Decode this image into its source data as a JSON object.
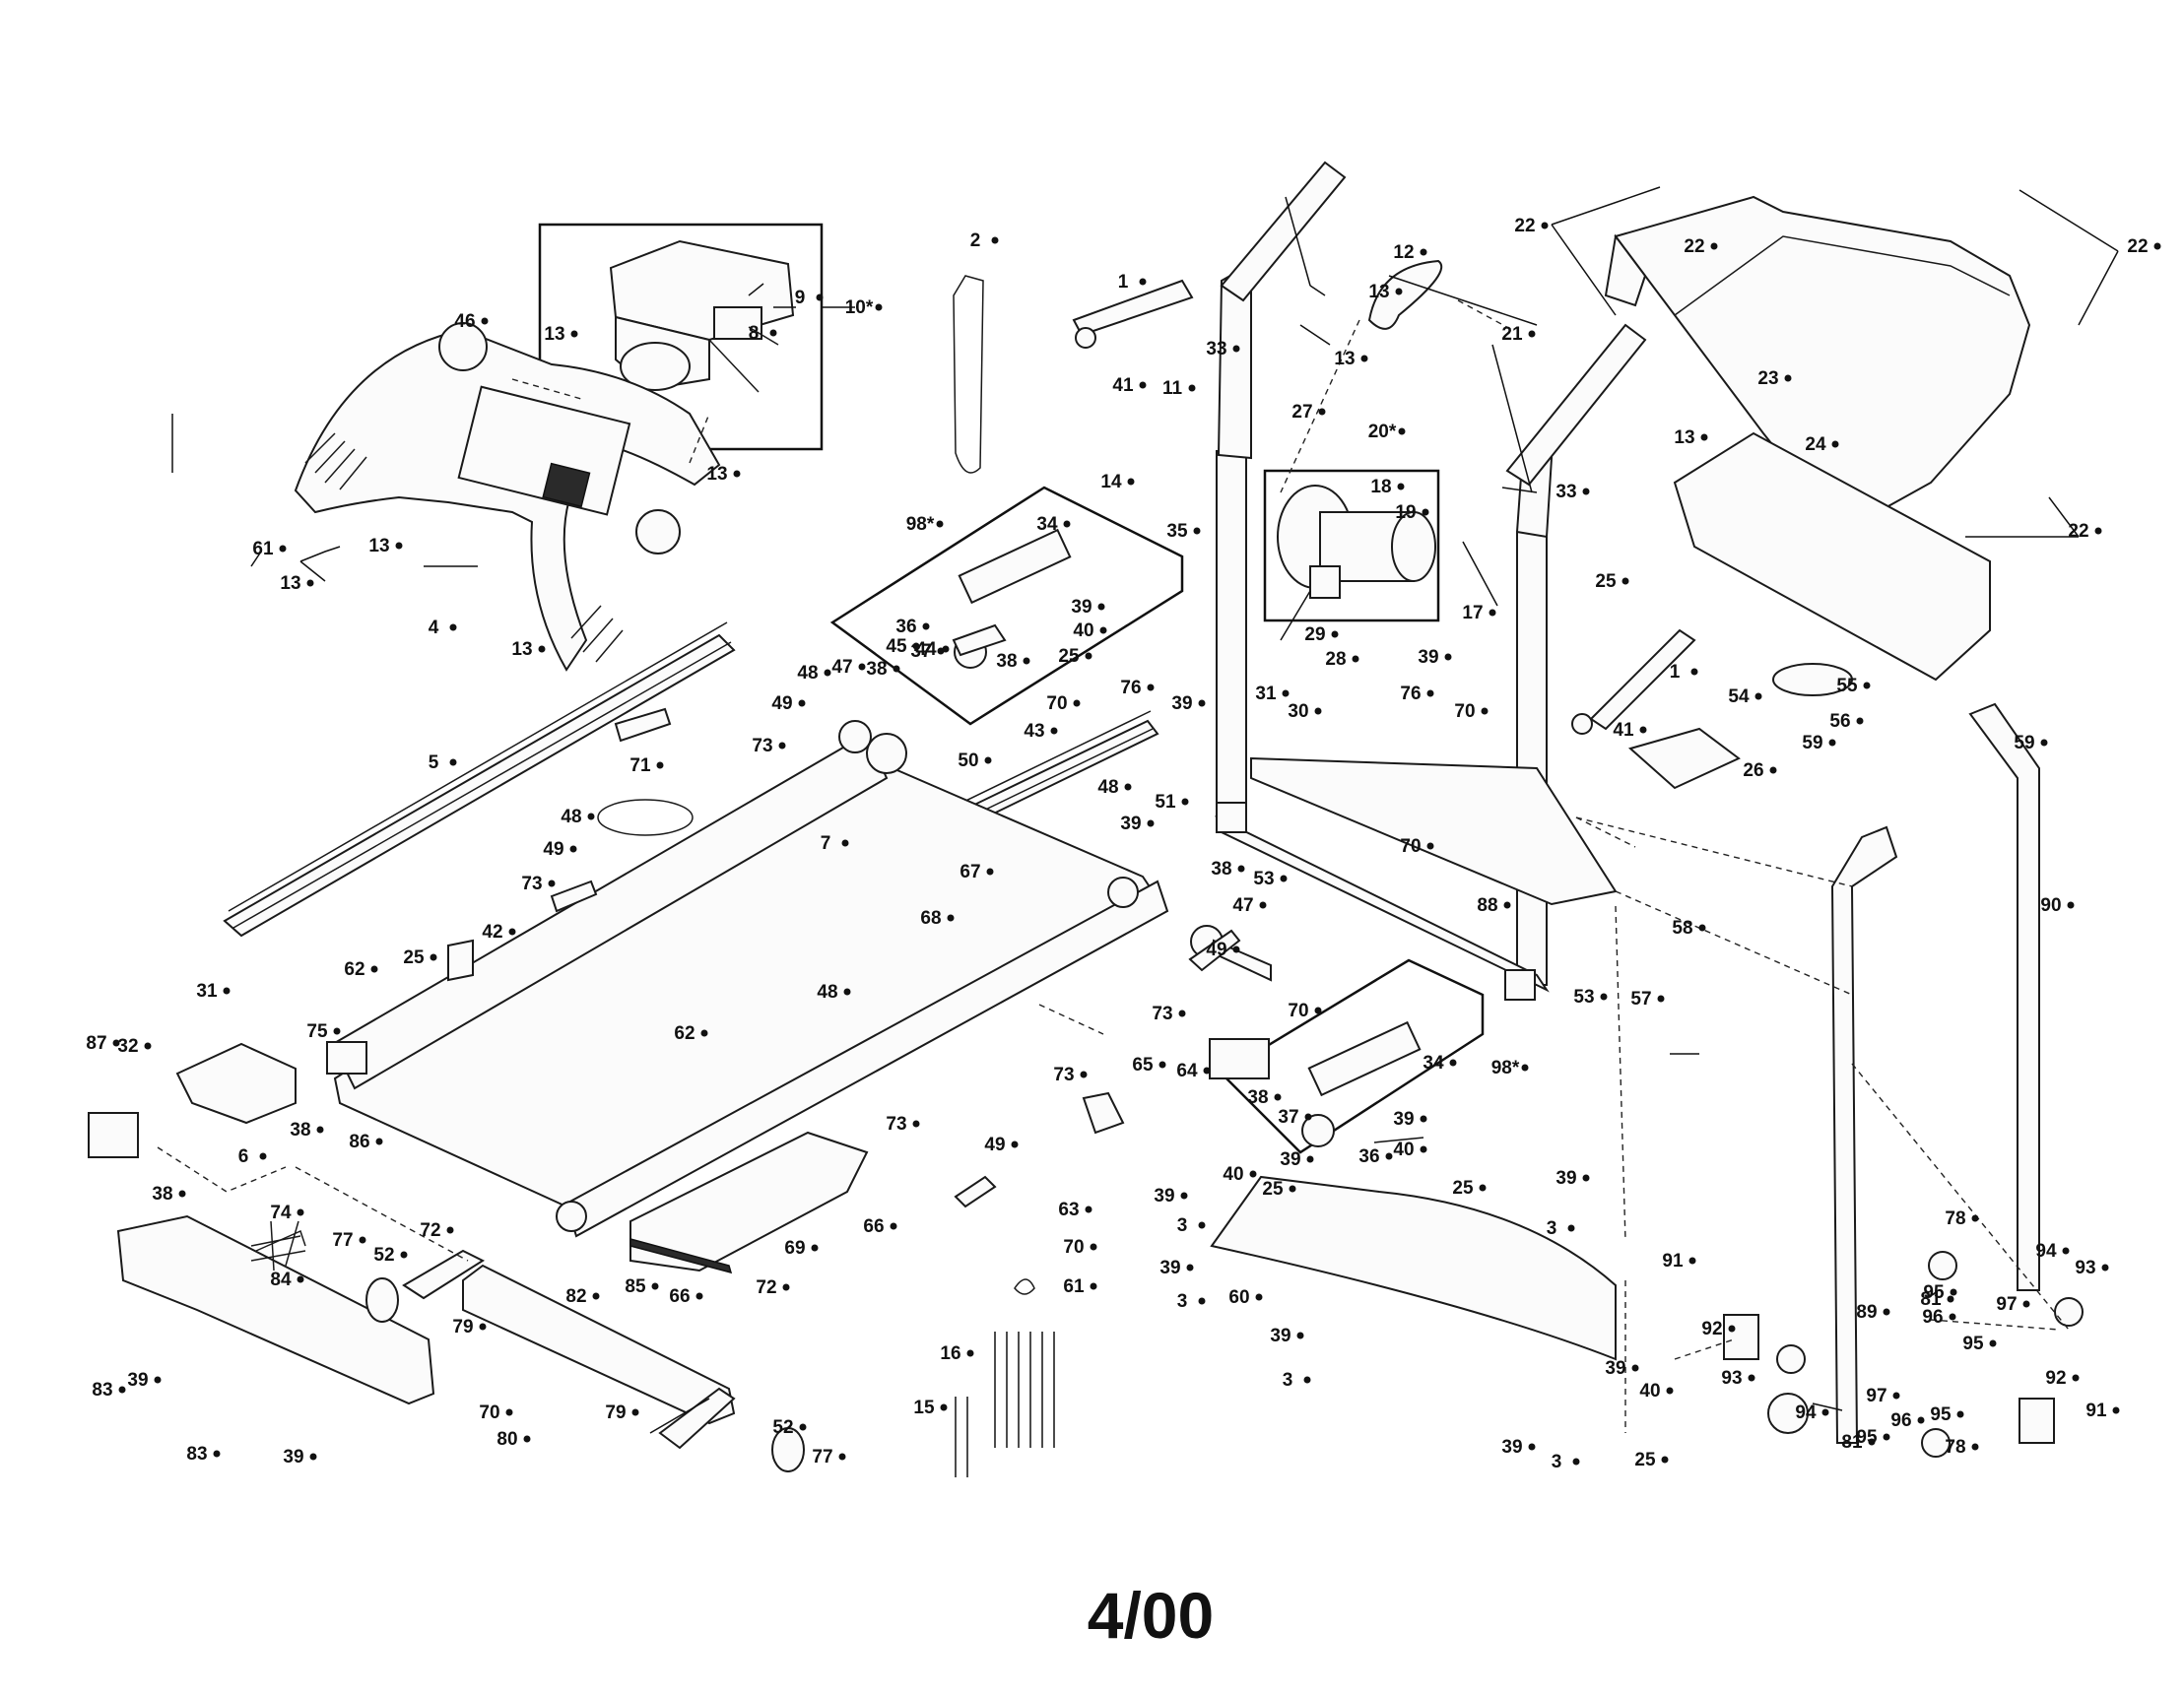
{
  "diagram": {
    "footer_code": "4/00",
    "labels": [
      "1",
      "1",
      "2",
      "3",
      "3",
      "3",
      "3",
      "3",
      "4",
      "5",
      "6",
      "7",
      "8",
      "9",
      "10*",
      "11",
      "12",
      "13",
      "13",
      "13",
      "13",
      "13",
      "13",
      "13",
      "13",
      "14",
      "15",
      "16",
      "17",
      "18",
      "19",
      "20*",
      "21",
      "22",
      "22",
      "22",
      "22",
      "23",
      "24",
      "25",
      "25",
      "25",
      "25",
      "25",
      "25",
      "26",
      "27",
      "28",
      "29",
      "30",
      "31",
      "31",
      "32",
      "33",
      "33",
      "34",
      "34",
      "35",
      "36",
      "36",
      "37",
      "37",
      "38",
      "38",
      "38",
      "38",
      "38",
      "38",
      "39",
      "39",
      "39",
      "39",
      "39",
      "39",
      "39",
      "39",
      "39",
      "39",
      "39",
      "39",
      "39",
      "39",
      "40",
      "40",
      "40",
      "40",
      "41",
      "41",
      "42",
      "43",
      "44",
      "45",
      "46",
      "47",
      "47",
      "48",
      "48",
      "48",
      "48",
      "49",
      "49",
      "49",
      "49",
      "50",
      "51",
      "52",
      "52",
      "53",
      "53",
      "54",
      "55",
      "56",
      "57",
      "58",
      "59",
      "59",
      "60",
      "61",
      "61",
      "62",
      "62",
      "63",
      "64",
      "65",
      "66",
      "66",
      "67",
      "68",
      "69",
      "70",
      "70",
      "70",
      "70",
      "70",
      "70",
      "71",
      "72",
      "72",
      "73",
      "73",
      "73",
      "73",
      "73",
      "74",
      "75",
      "76",
      "76",
      "77",
      "77",
      "78",
      "78",
      "79",
      "79",
      "80",
      "81",
      "81",
      "82",
      "83",
      "83",
      "84",
      "85",
      "86",
      "87",
      "88",
      "89",
      "90",
      "91",
      "91",
      "92",
      "92",
      "93",
      "93",
      "94",
      "94",
      "95",
      "95",
      "95",
      "95",
      "96",
      "96",
      "97",
      "97",
      "98*",
      "98*"
    ]
  }
}
